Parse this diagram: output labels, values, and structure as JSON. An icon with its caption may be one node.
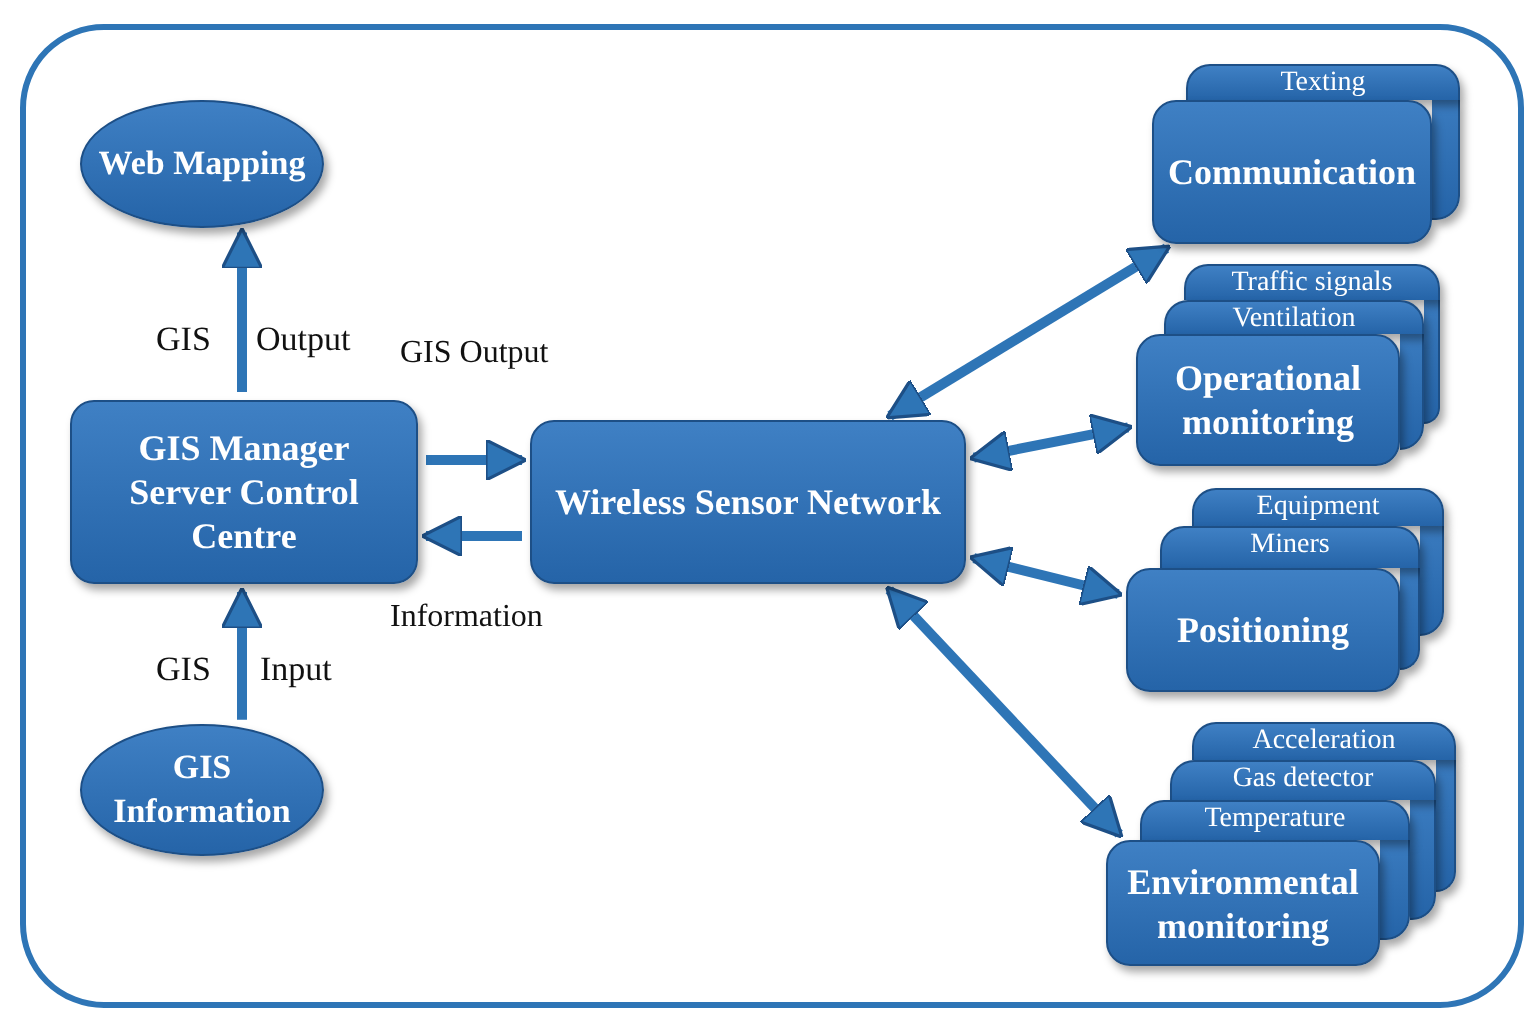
{
  "diagram": {
    "nodes": [
      {
        "text": [
          "Web Mapping"
        ]
      },
      {
        "text": [
          "GIS Manager Server Control Centre"
        ]
      },
      {
        "text": [
          "GIS Information"
        ]
      },
      {
        "text": [
          "Wireless Sensor Network"
        ]
      },
      {
        "text": [
          "Texting"
        ]
      },
      {
        "text": [
          "Communication"
        ]
      },
      {
        "text": [
          "Traffic signals"
        ]
      },
      {
        "text": [
          "Ventilation"
        ]
      },
      {
        "text": [
          "Operational monitoring"
        ]
      },
      {
        "text": [
          "Equipment"
        ]
      },
      {
        "text": [
          "Miners"
        ]
      },
      {
        "text": [
          "Positioning"
        ]
      },
      {
        "text": [
          "Acceleration"
        ]
      },
      {
        "text": [
          "Gas detector"
        ]
      },
      {
        "text": [
          "Temperature"
        ]
      },
      {
        "text": [
          "Environmental monitoring"
        ]
      }
    ],
    "edges": [
      {
        "from": 1,
        "to": 0,
        "arrow": "to"
      },
      {
        "from": 2,
        "to": 1,
        "arrow": "to"
      },
      {
        "from": 1,
        "to": 3,
        "arrow": "to",
        "label": "GIS Output"
      },
      {
        "from": 3,
        "to": 1,
        "arrow": "to",
        "label": "Information"
      },
      {
        "from": 3,
        "to": 5,
        "arrow": "both"
      },
      {
        "from": 3,
        "to": 8,
        "arrow": "both"
      },
      {
        "from": 3,
        "to": 11,
        "arrow": "both"
      },
      {
        "from": 3,
        "to": 15,
        "arrow": "both"
      }
    ],
    "labels": [
      "GIS",
      "Output",
      "GIS",
      "Input"
    ]
  }
}
